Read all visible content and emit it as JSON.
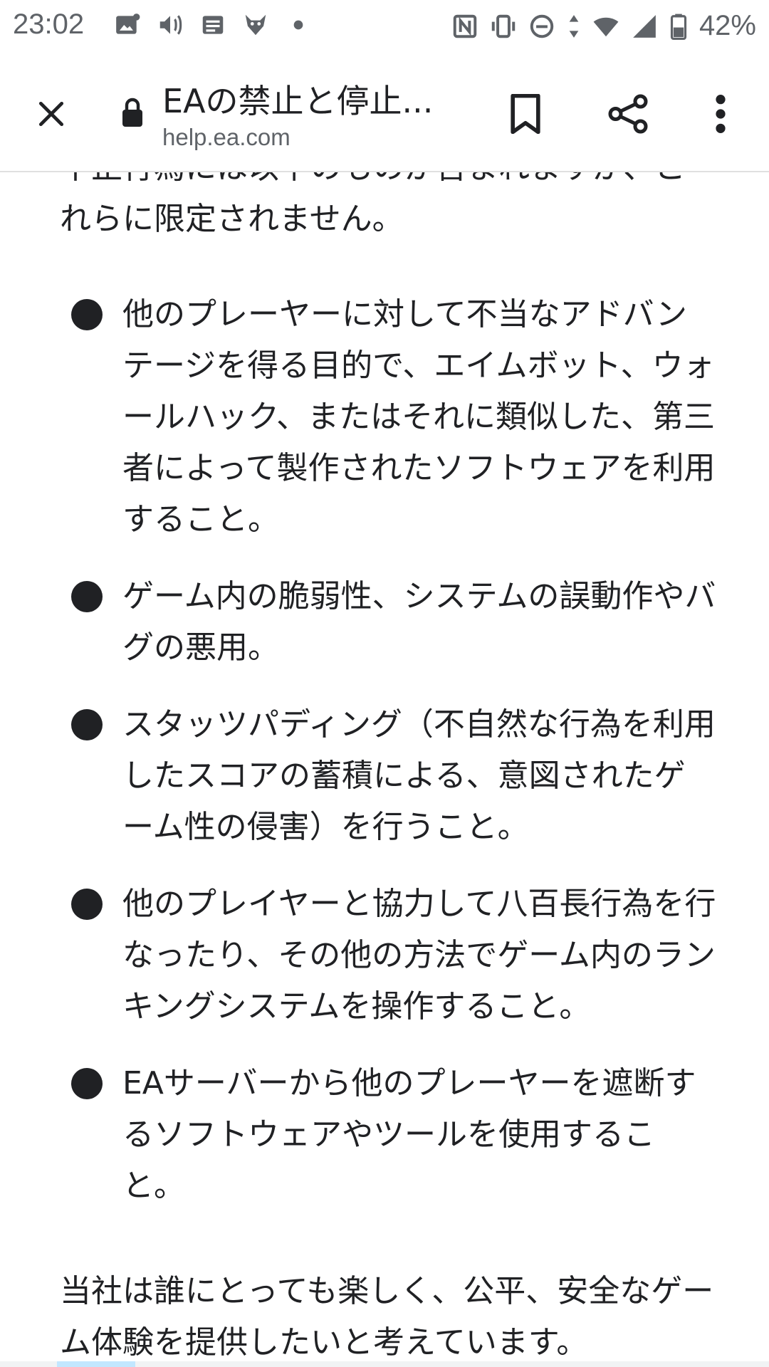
{
  "status_bar": {
    "time": "23:02",
    "battery_percent": "42%",
    "icons_left": [
      "image-icon",
      "volume-icon",
      "news-icon",
      "fox-icon",
      "dot-icon"
    ],
    "icons_right": [
      "nfc-icon",
      "vibrate-icon",
      "dnd-icon",
      "data-arrows-icon",
      "wifi-icon",
      "signal-icon",
      "battery-icon"
    ]
  },
  "toolbar": {
    "page_title": "EAの禁止と停止...",
    "url": "help.ea.com"
  },
  "content": {
    "intro": "不正行為には以下のものが含まれますが、これらに限定されません。",
    "bullets": [
      "他のプレーヤーに対して不当なアドバンテージを得る目的で、エイムボット、ウォールハック、またはそれに類似した、第三者によって製作されたソフトウェアを利用すること。",
      "ゲーム内の脆弱性、システムの誤動作やバグの悪用。",
      "スタッツパディング（不自然な行為を利用したスコアの蓄積による、意図されたゲーム性の侵害）を行うこと。",
      "他のプレイヤーと協力して八百長行為を行なったり、その他の方法でゲーム内のランキングシステムを操作すること。",
      "EAサーバーから他のプレーヤーを遮断するソフトウェアやツールを使用すること。"
    ],
    "closing": "当社は誰にとっても楽しく、公平、安全なゲーム体験を提供したいと考えています。"
  }
}
